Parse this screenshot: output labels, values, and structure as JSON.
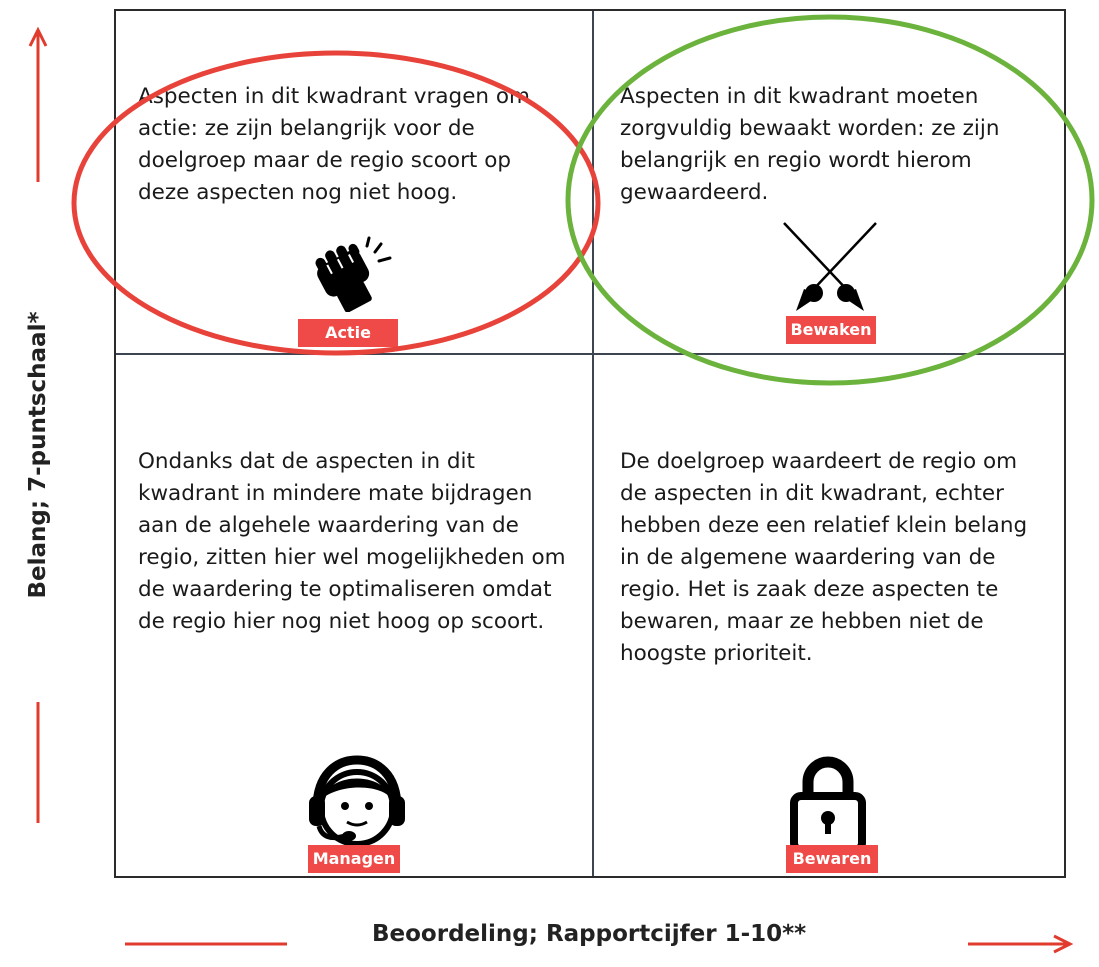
{
  "colors": {
    "accent_red": "#ef4a47",
    "ellipse_red": "#e8433a",
    "ellipse_green": "#6bb33c",
    "grid_line": "#3c4550"
  },
  "quadrants": {
    "top_left": {
      "text": "Aspecten in dit kwadrant vragen om actie: ze zijn belangrijk voor de doelgroep maar de regio scoort op deze aspecten nog niet hoog.",
      "badge": "Actie",
      "icon": "fist-icon"
    },
    "top_right": {
      "text": "Aspecten in dit kwadrant moeten zorgvuldig bewaakt worden: ze zijn belangrijk en regio wordt hierom gewaardeerd.",
      "badge": "Bewaken",
      "icon": "crossed-swords-icon"
    },
    "bottom_left": {
      "text": "Ondanks dat de aspecten in dit kwadrant in mindere mate bijdragen aan de algehele waardering van de regio, zitten hier wel mogelijkheden om de waardering te optimaliseren omdat de regio hier nog niet hoog op scoort.",
      "badge": "Managen",
      "icon": "headset-person-icon"
    },
    "bottom_right": {
      "text": "De doelgroep waardeert de regio om de aspecten in dit kwadrant, echter hebben deze een relatief klein belang in de algemene waardering van de regio. Het is zaak deze aspecten te bewaren, maar ze hebben niet de hoogste prioriteit.",
      "badge": "Bewaren",
      "icon": "padlock-icon"
    }
  },
  "axes": {
    "y_label": "Belang; 7-puntschaal*",
    "x_label": "Beoordeling; Rapportcijfer 1-10**"
  }
}
